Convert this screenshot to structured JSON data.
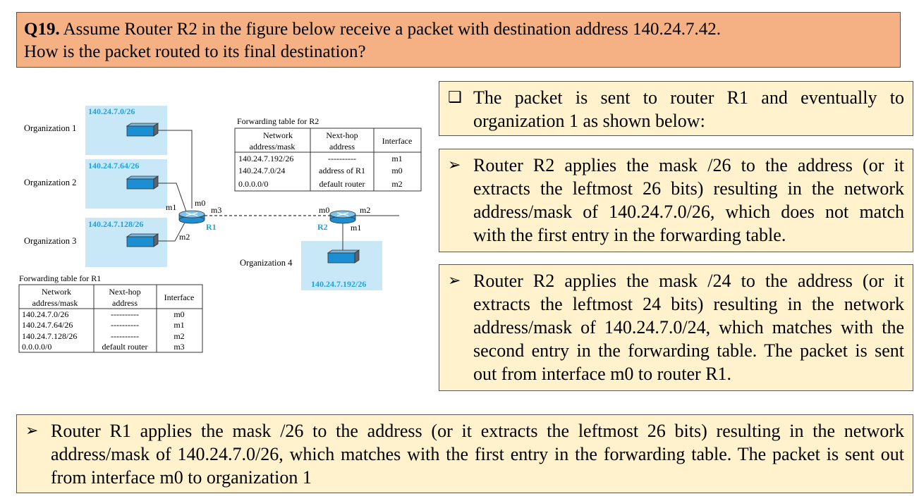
{
  "question": {
    "number": "Q19.",
    "line1": " Assume Router R2 in the figure below receive a packet with destination address 140.24.7.42.",
    "line2": "How is the packet routed to its final destination?"
  },
  "intro": {
    "marker": "❑",
    "text": "The packet is sent to router R1 and eventually to organization 1 as shown below:"
  },
  "steps": [
    {
      "marker": "➢",
      "text": "Router R2 applies the mask /26 to the address (or it extracts the leftmost 26 bits) resulting in the network address/mask of 140.24.7.0/26, which does not match with the first entry in the forwarding table."
    },
    {
      "marker": "➢",
      "text": "Router R2 applies the mask /24 to the address (or it extracts the leftmost 24 bits) resulting in the network address/mask of 140.24.7.0/24, which matches with the second entry in the forwarding table. The packet is sent out from interface m0 to router R1."
    },
    {
      "marker": "➢",
      "text": "Router R1 applies the mask /26 to the address (or it extracts the leftmost 26 bits) resulting in the network address/mask of 140.24.7.0/26, which matches with the first entry in the forwarding table. The packet is sent out from interface m0 to organization 1"
    }
  ],
  "diagram": {
    "organizations": [
      {
        "label": "Organization 1",
        "network": "140.24.7.0/26"
      },
      {
        "label": "Organization 2",
        "network": "140.24.7.64/26"
      },
      {
        "label": "Organization 3",
        "network": "140.24.7.128/26"
      },
      {
        "label": "Organization 4",
        "network": "140.24.7.192/26"
      }
    ],
    "routers": {
      "r1": "R1",
      "r2": "R2"
    },
    "r1_interfaces": {
      "m0": "m0",
      "m1": "m1",
      "m2": "m2",
      "m3": "m3"
    },
    "r2_interfaces": {
      "m0": "m0",
      "m1": "m1",
      "m2": "m2"
    },
    "table_r2": {
      "caption": "Forwarding table for R2",
      "headers": [
        "Network address/mask",
        "Next-hop address",
        "Interface"
      ],
      "rows": [
        [
          "140.24.7.192/26",
          "----------",
          "m1"
        ],
        [
          "140.24.7.0/24",
          "address of R1",
          "m0"
        ],
        [
          "0.0.0.0/0",
          "default router",
          "m2"
        ]
      ]
    },
    "table_r1": {
      "caption": "Forwarding table for R1",
      "headers": [
        "Network address/mask",
        "Next-hop address",
        "Interface"
      ],
      "rows": [
        [
          "140.24.7.0/26",
          "----------",
          "m0"
        ],
        [
          "140.24.7.64/26",
          "----------",
          "m1"
        ],
        [
          "140.24.7.128/26",
          "----------",
          "m2"
        ],
        [
          "0.0.0.0/0",
          "default router",
          "m3"
        ]
      ]
    }
  },
  "colors": {
    "question_bg": "#f5b183",
    "answer_bg": "#fff2cc",
    "org_bg": "#c9e8f7",
    "label_cyan": "#1ea3dd"
  }
}
